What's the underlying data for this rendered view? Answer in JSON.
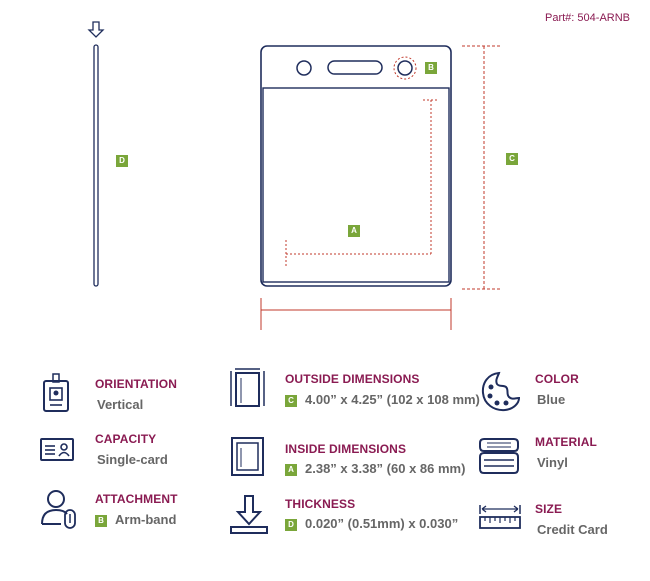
{
  "part": {
    "label": "Part#:",
    "number": "504-ARNB"
  },
  "diagram": {
    "badge_side": "D",
    "badge_hole": "B",
    "badge_height": "C",
    "badge_inside": "A"
  },
  "specs": {
    "orientation": {
      "title": "ORIENTATION",
      "value": "Vertical"
    },
    "capacity": {
      "title": "CAPACITY",
      "value": "Single-card"
    },
    "attachment": {
      "title": "ATTACHMENT",
      "badge": "B",
      "value": "Arm-band"
    },
    "outside": {
      "title": "OUTSIDE DIMENSIONS",
      "badge": "C",
      "value": "4.00” x 4.25” (102 x 108 mm)"
    },
    "inside": {
      "title": "INSIDE DIMENSIONS",
      "badge": "A",
      "value": "2.38” x 3.38” (60 x 86 mm)"
    },
    "thickness": {
      "title": "THICKNESS",
      "badge": "D",
      "value": "0.020” (0.51mm) x 0.030”"
    },
    "color": {
      "title": "COLOR",
      "value": "Blue"
    },
    "material": {
      "title": "MATERIAL",
      "value": "Vinyl"
    },
    "size": {
      "title": "SIZE",
      "value": "Credit Card"
    }
  },
  "colors": {
    "navy": "#1f2d5c",
    "accent": "#8a1b52",
    "dim_red": "#c0392b",
    "badge_green": "#7aa63a",
    "value_gray": "#666666"
  },
  "icons": [
    "id-badge-icon",
    "id-card-icon",
    "person-clip-icon",
    "outside-frame-icon",
    "inside-frame-icon",
    "thickness-arrow-icon",
    "palette-icon",
    "fabric-stack-icon",
    "ruler-icon"
  ]
}
